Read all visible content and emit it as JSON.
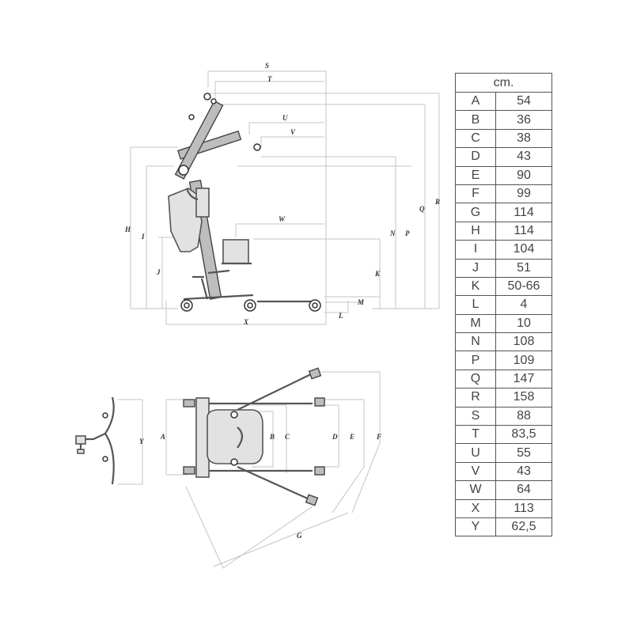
{
  "diagram": {
    "side_labels": [
      "S",
      "T",
      "U",
      "V",
      "W",
      "H",
      "I",
      "J",
      "K",
      "N",
      "P",
      "Q",
      "R",
      "M",
      "L",
      "X"
    ],
    "top_labels": [
      "Y",
      "A",
      "B",
      "C",
      "D",
      "E",
      "F",
      "G"
    ]
  },
  "table": {
    "unit": "cm.",
    "rows": [
      {
        "key": "A",
        "value": "54"
      },
      {
        "key": "B",
        "value": "36"
      },
      {
        "key": "C",
        "value": "38"
      },
      {
        "key": "D",
        "value": "43"
      },
      {
        "key": "E",
        "value": "90"
      },
      {
        "key": "F",
        "value": "99"
      },
      {
        "key": "G",
        "value": "114"
      },
      {
        "key": "H",
        "value": "114"
      },
      {
        "key": "I",
        "value": "104"
      },
      {
        "key": "J",
        "value": "51"
      },
      {
        "key": "K",
        "value": "50-66"
      },
      {
        "key": "L",
        "value": "4"
      },
      {
        "key": "M",
        "value": "10"
      },
      {
        "key": "N",
        "value": "108"
      },
      {
        "key": "P",
        "value": "109"
      },
      {
        "key": "Q",
        "value": "147"
      },
      {
        "key": "R",
        "value": "158"
      },
      {
        "key": "S",
        "value": "88"
      },
      {
        "key": "T",
        "value": "83,5"
      },
      {
        "key": "U",
        "value": "55"
      },
      {
        "key": "V",
        "value": "43"
      },
      {
        "key": "W",
        "value": "64"
      },
      {
        "key": "X",
        "value": "113"
      },
      {
        "key": "Y",
        "value": "62,5"
      }
    ]
  }
}
